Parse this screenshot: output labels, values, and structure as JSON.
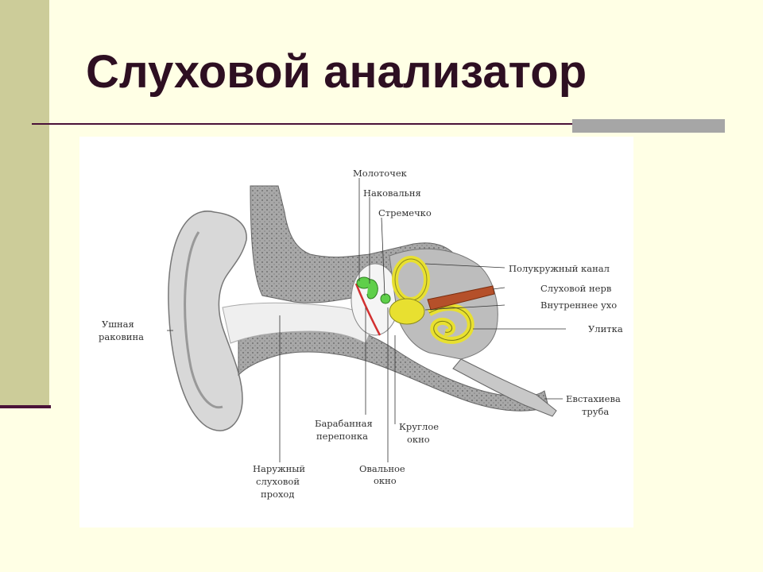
{
  "slide": {
    "title": "Слуховой анализатор"
  },
  "diagram": {
    "labels": {
      "hammer": "Молоточек",
      "anvil": "Наковальня",
      "stirrup": "Стремечко",
      "semicircular_canal": "Полукружный канал",
      "auditory_nerve": "Слуховой нерв",
      "inner_ear": "Внутреннее ухо",
      "cochlea": "Улитка",
      "auricle_1": "Ушная",
      "auricle_2": "раковина",
      "eustachian_tube_1": "Евстахиева",
      "eustachian_tube_2": "труба",
      "eardrum_1": "Барабанная",
      "eardrum_2": "перепонка",
      "round_window_1": "Круглое",
      "round_window_2": "окно",
      "oval_window_1": "Овальное",
      "oval_window_2": "окно",
      "ear_canal_1": "Наружный",
      "ear_canal_2": "слуховой",
      "ear_canal_3": "проход"
    },
    "colors": {
      "bone": "#9A9A9A",
      "tissue": "#E2E2E2",
      "inner_ear": "#E8E030",
      "ossicles": "#5FCF4A",
      "nerve": "#B5502A",
      "eardrum": "#D23030"
    }
  }
}
